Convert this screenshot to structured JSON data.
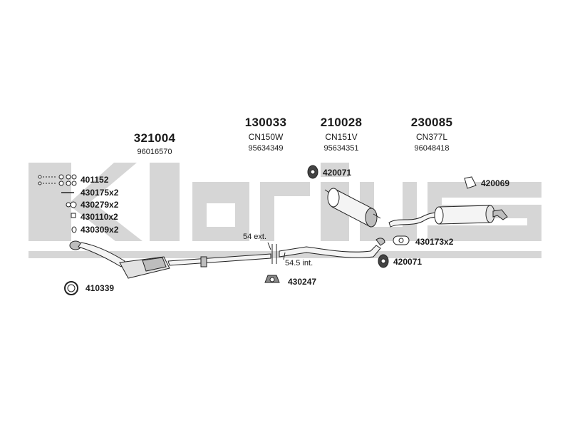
{
  "watermark": {
    "brand": "Klarius",
    "color": "#d6d6d6"
  },
  "parts": [
    {
      "number": "321004",
      "code": "",
      "oem": "96016570"
    },
    {
      "number": "130033",
      "code": "CN150W",
      "oem": "95634349"
    },
    {
      "number": "210028",
      "code": "CN151V",
      "oem": "95634351"
    },
    {
      "number": "230085",
      "code": "CN377L",
      "oem": "96048418"
    }
  ],
  "fittings": {
    "kit1": "401152",
    "kit2": "430175x2",
    "kit3": "430279x2",
    "kit4": "430110x2",
    "kit5": "430309x2",
    "gasket": "410339",
    "clamp_top": "420071",
    "clamp_bottom": "420071",
    "rubber_right": "420069",
    "clamp_mid": "430173x2",
    "mount_bottom": "430247"
  },
  "notes": {
    "ext": "54 ext.",
    "int": "54.5 int."
  },
  "colors": {
    "line": "#222222",
    "pipe_fill": "#f4f4f4",
    "shade": "#bdbdbd"
  }
}
